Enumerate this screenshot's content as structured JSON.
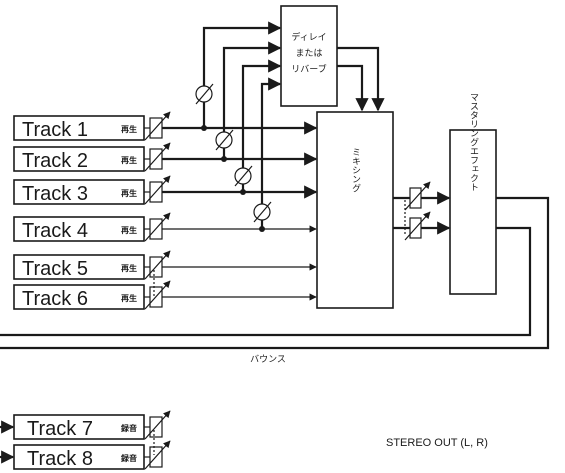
{
  "tracks": [
    {
      "name": "Track 1",
      "mode": "再生"
    },
    {
      "name": "Track 2",
      "mode": "再生"
    },
    {
      "name": "Track 3",
      "mode": "再生"
    },
    {
      "name": "Track 4",
      "mode": "再生"
    },
    {
      "name": "Track 5",
      "mode": "再生"
    },
    {
      "name": "Track 6",
      "mode": "再生"
    },
    {
      "name": "Track 7",
      "mode": "録音"
    },
    {
      "name": "Track 8",
      "mode": "録音"
    }
  ],
  "effect_box": {
    "lines": [
      "ディレイ",
      "または",
      "リバーブ"
    ]
  },
  "mixing_box": {
    "label": "ミキシング"
  },
  "mastering_box": {
    "label": "マスタリングエフェクト"
  },
  "bounce_label": "バウンス",
  "stereo_out_label": "STEREO OUT (L, R)"
}
